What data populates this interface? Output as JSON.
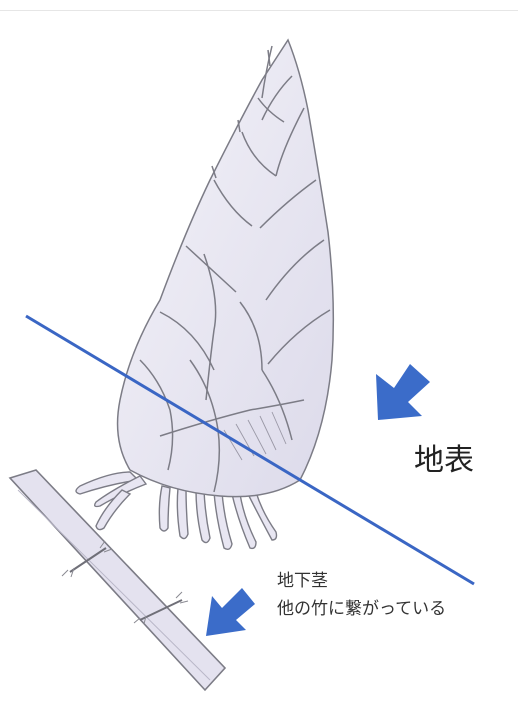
{
  "labels": {
    "ground_surface": "地表",
    "rhizome_title": "地下茎",
    "rhizome_description": "他の竹に繋がっている"
  },
  "colors": {
    "ground_line": "#3a66c4",
    "arrow": "#3b6cc9",
    "shoot_fill": "#eae8f3",
    "outline": "#7c7c86",
    "rhizome_fill": "#e4e2ef"
  },
  "icons": {
    "surface_arrow": "arrow-down-left-icon",
    "rhizome_arrow": "arrow-down-left-icon"
  }
}
